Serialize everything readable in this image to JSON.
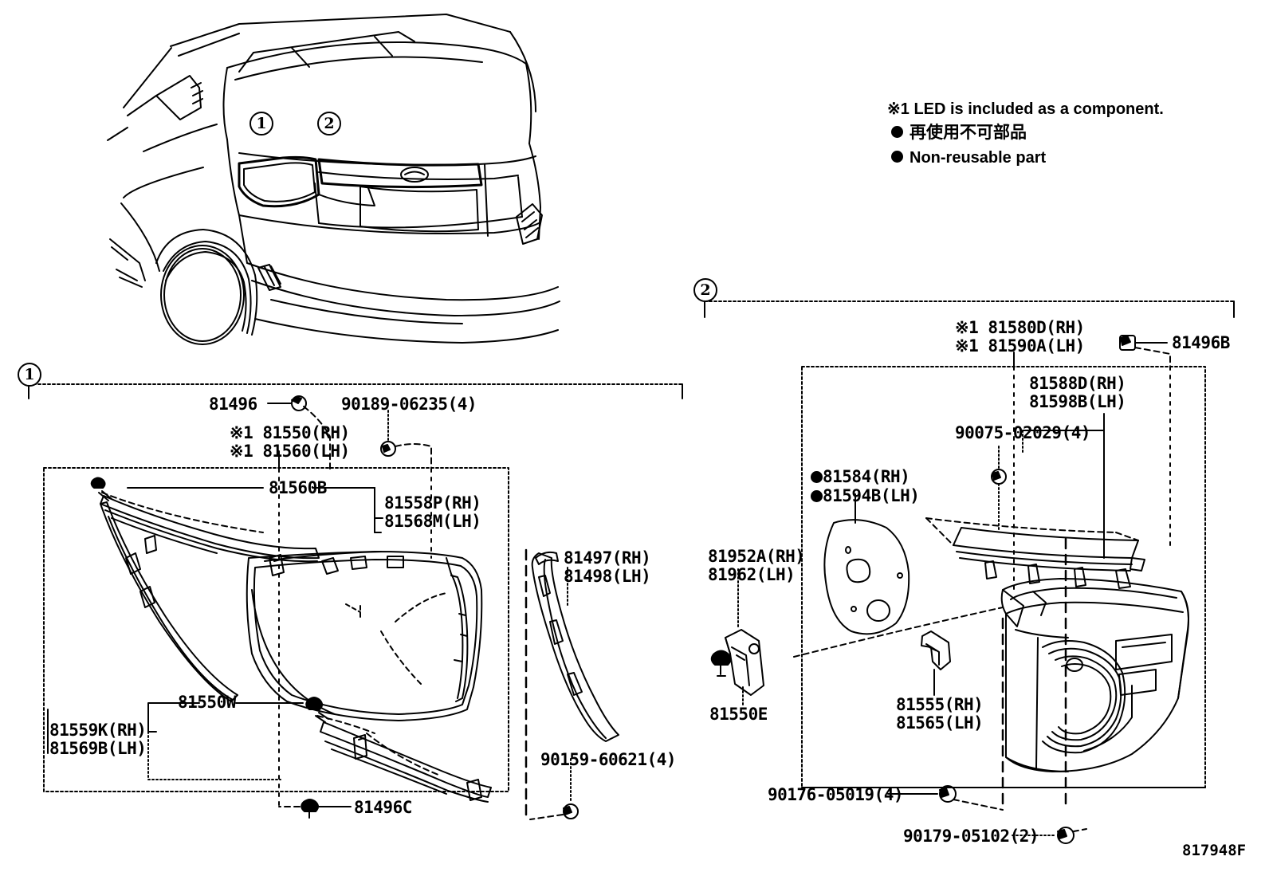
{
  "figure": {
    "code": "817948F",
    "vehicle_view": "rear-three-quarter"
  },
  "legend": {
    "note_led": "※1 LED is included as a component.",
    "note_jp": "再使用不可部品",
    "note_en": "Non-reusable part"
  },
  "callouts": {
    "one": "1",
    "two": "2"
  },
  "section1": {
    "title": "1",
    "parts": [
      {
        "id": "p-81496",
        "label": "81496"
      },
      {
        "id": "p-90189",
        "label": "90189-06235(4)"
      },
      {
        "id": "p-81550rh",
        "label": "※1 81550(RH)"
      },
      {
        "id": "p-81560lh",
        "label": "※1 81560(LH)"
      },
      {
        "id": "p-81560b",
        "label": "81560B"
      },
      {
        "id": "p-81558p",
        "label": "81558P(RH)"
      },
      {
        "id": "p-81568m",
        "label": "81568M(LH)"
      },
      {
        "id": "p-81497",
        "label": "81497(RH)"
      },
      {
        "id": "p-81498",
        "label": "81498(LH)"
      },
      {
        "id": "p-81550w",
        "label": "81550W"
      },
      {
        "id": "p-81559k",
        "label": "81559K(RH)"
      },
      {
        "id": "p-81569b",
        "label": "81569B(LH)"
      },
      {
        "id": "p-90159",
        "label": "90159-60621(4)"
      },
      {
        "id": "p-81496c",
        "label": "81496C"
      }
    ]
  },
  "section2": {
    "title": "2",
    "parts": [
      {
        "id": "p-81580d",
        "label": "※1 81580D(RH)"
      },
      {
        "id": "p-81590a",
        "label": "※1 81590A(LH)"
      },
      {
        "id": "p-81496b",
        "label": "81496B"
      },
      {
        "id": "p-81588d",
        "label": "81588D(RH)"
      },
      {
        "id": "p-81598b",
        "label": "81598B(LH)"
      },
      {
        "id": "p-90075",
        "label": "90075-02029(4)"
      },
      {
        "id": "p-81584",
        "label": "81584(RH)"
      },
      {
        "id": "p-81594b",
        "label": "81594B(LH)"
      },
      {
        "id": "p-81952a",
        "label": "81952A(RH)"
      },
      {
        "id": "p-81962",
        "label": "81962(LH)"
      },
      {
        "id": "p-81550e",
        "label": "81550E"
      },
      {
        "id": "p-81555",
        "label": "81555(RH)"
      },
      {
        "id": "p-81565",
        "label": "81565(LH)"
      },
      {
        "id": "p-90176",
        "label": "90176-05019(4)"
      },
      {
        "id": "p-90179",
        "label": "90179-05102(2)"
      }
    ]
  },
  "colors": {
    "line": "#000000",
    "background": "#ffffff"
  }
}
